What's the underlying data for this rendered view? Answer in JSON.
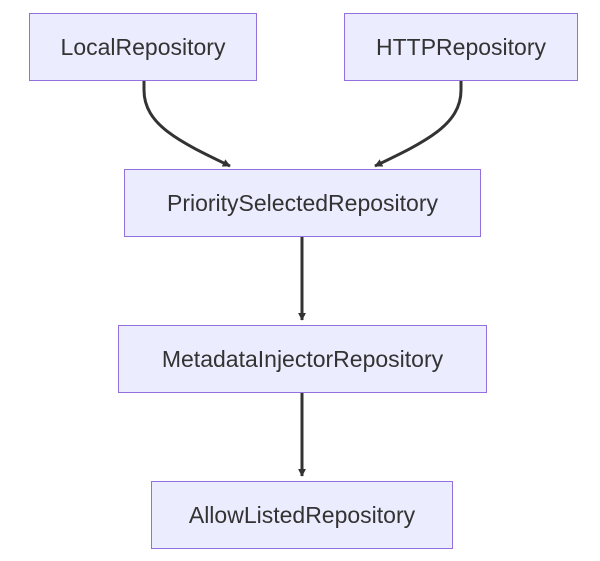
{
  "diagram": {
    "type": "flowchart",
    "direction": "top-to-bottom",
    "colors": {
      "node_fill": "#ececff",
      "node_border": "#9370db",
      "text": "#333333",
      "edge": "#333333"
    },
    "nodes": {
      "local": {
        "label": "LocalRepository"
      },
      "http": {
        "label": "HTTPRepository"
      },
      "priority": {
        "label": "PrioritySelectedRepository"
      },
      "metadata": {
        "label": "MetadataInjectorRepository"
      },
      "allow": {
        "label": "AllowListedRepository"
      }
    },
    "edges": [
      {
        "from": "LocalRepository",
        "to": "PrioritySelectedRepository"
      },
      {
        "from": "HTTPRepository",
        "to": "PrioritySelectedRepository"
      },
      {
        "from": "PrioritySelectedRepository",
        "to": "MetadataInjectorRepository"
      },
      {
        "from": "MetadataInjectorRepository",
        "to": "AllowListedRepository"
      }
    ]
  }
}
